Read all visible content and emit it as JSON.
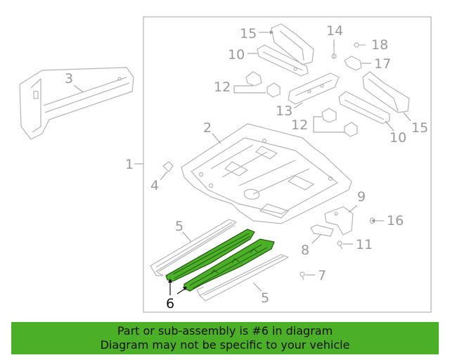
{
  "labels": {
    "l1": "1",
    "l2": "2",
    "l3": "3",
    "l4": "4",
    "l5a": "5",
    "l5b": "5",
    "l6": "6",
    "l7": "7",
    "l8": "8",
    "l9": "9",
    "l10a": "10",
    "l10b": "10",
    "l11": "11",
    "l12a": "12",
    "l12b": "12",
    "l13": "13",
    "l14": "14",
    "l15a": "15",
    "l15b": "15",
    "l16": "16",
    "l17": "17",
    "l18": "18"
  },
  "highlighted_part": "6",
  "colors": {
    "highlight": "#4caf28",
    "footer_bg": "#4caf28",
    "line": "#b4b4b4",
    "label": "#9a9a9a"
  },
  "footer": {
    "line1": "Part or sub-assembly is #6 in diagram",
    "line2": "Diagram may not be specific to your vehicle"
  }
}
